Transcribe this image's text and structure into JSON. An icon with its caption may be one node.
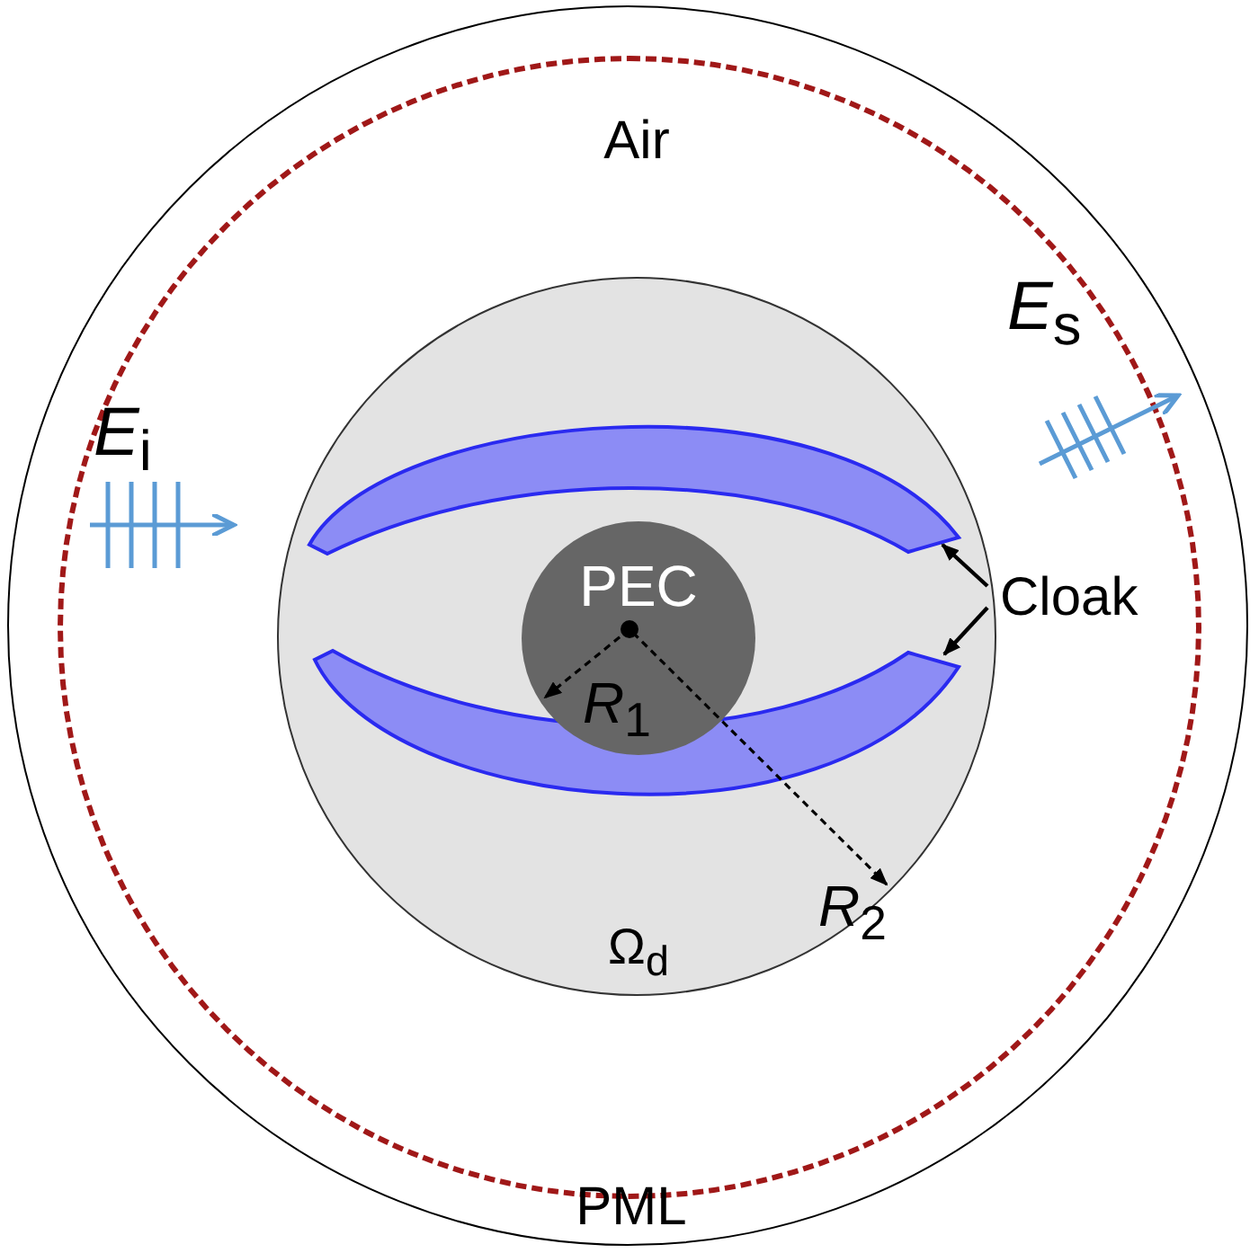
{
  "diagram": {
    "nodes": [
      {
        "text": [
          "PML"
        ]
      },
      {
        "text": [
          "Air"
        ],
        "in": 0
      },
      {
        "text": [
          "Ω$_{d}$"
        ],
        "in": 1
      },
      {
        "text": [
          "PEC"
        ],
        "in": 2
      },
      {
        "text": [],
        "shape": "picture",
        "in": 2
      },
      {
        "text": [],
        "shape": "picture",
        "in": 2
      },
      {
        "text": [
          "Cloak"
        ],
        "in": 1
      }
    ],
    "edges": [
      {
        "from": 6,
        "to": 4,
        "arrow": "to"
      },
      {
        "from": 6,
        "to": 5,
        "arrow": "to"
      }
    ],
    "labels": [
      "*E*$_{s}$",
      "*E*$_{i}$",
      "*R*$_{1}$",
      "*R*$_{2}$"
    ]
  }
}
